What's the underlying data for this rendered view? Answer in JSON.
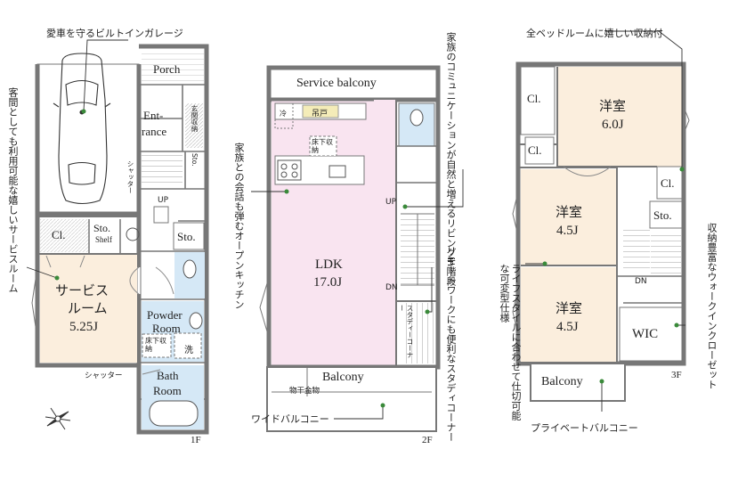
{
  "colors": {
    "wall": "#777777",
    "pink": "#f9e4f0",
    "beige": "#fbeedd",
    "blue": "#d5e8f6",
    "annotation_dot": "#3a8a3a"
  },
  "floor1": {
    "floor_label": "1F",
    "garage_callout": "愛車を守るビルトインガレージ",
    "guest_callout": "客間としても利用可能な嬉しいサービスルーム",
    "porch": "Porch",
    "entrance_line1": "Ent-",
    "entrance_line2": "rance",
    "entrance_storage": "玄関収納",
    "shoe_storage": "Sto.",
    "shutter_vertical": "シャッター",
    "closet": "Cl.",
    "sto_shelf_line1": "Sto.",
    "sto_shelf_line2": "Shelf",
    "storage": "Sto.",
    "up": "UP",
    "service_room_line1": "サービス",
    "service_room_line2": "ルーム",
    "service_room_size": "5.25J",
    "shutter": "シャッター",
    "powder_line1": "Powder",
    "powder_line2": "Room",
    "underfloor_storage": "床下収納",
    "wash": "洗",
    "bath_line1": "Bath",
    "bath_line2": "Room"
  },
  "floor2": {
    "floor_label": "2F",
    "service_balcony": "Service balcony",
    "fridge": "冷",
    "cabinet": "吊戸",
    "underfloor_storage": "床下収納",
    "ldk": "LDK",
    "ldk_size": "17.0J",
    "up": "UP",
    "dn": "DN",
    "study_corner": "スタディーコーナー",
    "balcony": "Balcony",
    "laundry_hardware": "物干金物",
    "kitchen_callout": "家族との会話も弾むオープンキッチン",
    "stairs_callout": "家族のコミュニケーションが自然と増えるリビングin階段",
    "study_callout": "リモートワークにも便利なスタディコーナー",
    "wide_balcony_callout": "ワイドバルコニー"
  },
  "floor3": {
    "floor_label": "3F",
    "closet_callout": "全ベッドルームに嬉しい収納付",
    "room_a": "洋室",
    "room_a_size": "6.0J",
    "room_b": "洋室",
    "room_b_size": "4.5J",
    "room_c": "洋室",
    "room_c_size": "4.5J",
    "closet": "Cl.",
    "storage": "Sto.",
    "dn": "DN",
    "wic": "WIC",
    "balcony": "Balcony",
    "partition_callout": "ライフスタイルに合わせて仕切可能な可変型仕様",
    "wic_callout": "収納豊富なウォークインクローゼット",
    "private_balcony_callout": "プライベートバルコニー"
  }
}
